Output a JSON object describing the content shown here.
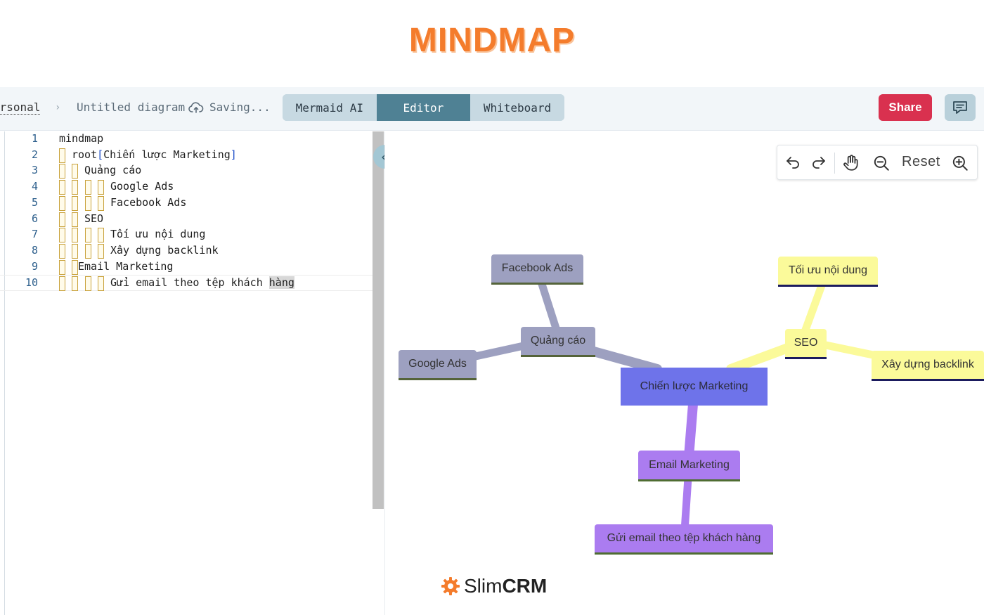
{
  "banner": {
    "title": "MINDMAP"
  },
  "toolbar": {
    "breadcrumb_workspace": "ersonal",
    "breadcrumb_separator": "›",
    "diagram_title": "Untitled diagram",
    "save_status": "Saving...",
    "modes": [
      {
        "label": "Mermaid AI",
        "active": false
      },
      {
        "label": "Editor",
        "active": true
      },
      {
        "label": "Whiteboard",
        "active": false
      }
    ],
    "share_label": "Share"
  },
  "editor": {
    "lines": [
      {
        "no": "1",
        "text": "mindmap"
      },
      {
        "no": "2",
        "text": "root",
        "bracket_open": "[",
        "inner": "Chiến lược Marketing",
        "bracket_close": "]"
      },
      {
        "no": "3",
        "text": "Quảng cáo"
      },
      {
        "no": "4",
        "text": "Google Ads"
      },
      {
        "no": "5",
        "text": "Facebook Ads"
      },
      {
        "no": "6",
        "text": "SEO"
      },
      {
        "no": "7",
        "text": "Tối ưu nội dung"
      },
      {
        "no": "8",
        "text": "Xây dựng backlink"
      },
      {
        "no": "9",
        "text": "Email Marketing"
      },
      {
        "no": "10",
        "text": "Gửi email theo tệp khách ",
        "selected": "hàng"
      }
    ],
    "collapse_glyph": "«"
  },
  "zoom": {
    "reset_label": "Reset"
  },
  "mindmap": {
    "root": "Chiến lược Marketing",
    "quang_cao": "Quảng cáo",
    "google_ads": "Google Ads",
    "facebook_ads": "Facebook Ads",
    "seo": "SEO",
    "toi_uu": "Tối ưu nội dung",
    "backlink": "Xây dựng backlink",
    "email": "Email Marketing",
    "gui_email": "Gửi email theo tệp khách hàng"
  },
  "colors": {
    "brand_orange": "#f47c2c",
    "share_red": "#d9314f",
    "active_tab": "#4f8194",
    "root_node": "#6e73ea",
    "grey_branch": "#9da0c0",
    "yellow_branch": "#fbfa9a",
    "purple_branch": "#ab7cf0"
  },
  "logo": {
    "name_light": "Slim",
    "name_bold": "CRM"
  }
}
